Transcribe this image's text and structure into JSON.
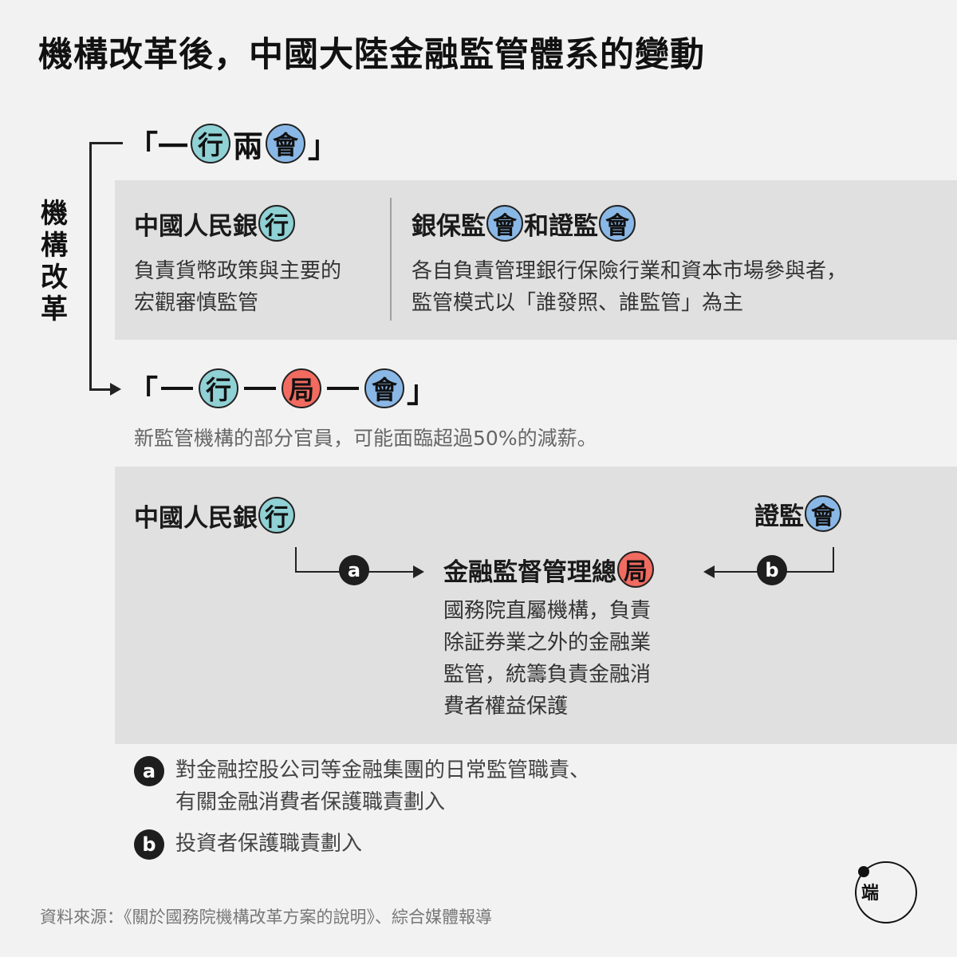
{
  "title": "機構改革後，中國大陸金融監管體系的變動",
  "side_label": [
    "機",
    "構",
    "改",
    "革"
  ],
  "before": {
    "heading": {
      "open": "「",
      "part1": "一",
      "circle1": "行",
      "part2": "兩",
      "circle2": "會",
      "close": "」"
    },
    "left": {
      "title_text": "中國人民銀",
      "title_circle": "行",
      "desc_lines": [
        "負責貨幣政策與主要的",
        "宏觀審慎監管"
      ]
    },
    "right": {
      "title_text1": "銀保監",
      "title_circle1": "會",
      "title_text2": "和證監",
      "title_circle2": "會",
      "desc_lines": [
        "各自負責管理銀行保險行業和資本市場參與者，",
        "監管模式以「誰發照、誰監管」為主"
      ]
    }
  },
  "after": {
    "heading": {
      "open": "「",
      "circle1": "行",
      "circle2": "局",
      "circle3": "會",
      "close": "」"
    },
    "note": "新監管機構的部分官員，可能面臨超過50%的減薪。",
    "left_title_text": "中國人民銀",
    "left_title_circle": "行",
    "right_title_text": "證監",
    "right_title_circle": "會",
    "center_title_text": "金融監督管理總",
    "center_title_circle": "局",
    "center_desc_lines": [
      "國務院直屬機構，負責",
      "除証券業之外的金融業",
      "監管，統籌負責金融消",
      "費者權益保護"
    ],
    "badge_a": "a",
    "badge_b": "b"
  },
  "footnotes": [
    {
      "badge": "a",
      "lines": [
        "對金融控股公司等金融集團的日常監管職責、",
        "有關金融消費者保護職責劃入"
      ]
    },
    {
      "badge": "b",
      "lines": [
        "投資者保護職責劃入"
      ]
    }
  ],
  "source": "資料來源：《關於國務院機構改革方案的說明》、綜合媒體報導",
  "logo_text": "端",
  "colors": {
    "teal": "#8fd1d4",
    "blue": "#8ab8e6",
    "red": "#f26b60",
    "panel": "#e0e0e0",
    "background": "#f2f2f2"
  }
}
